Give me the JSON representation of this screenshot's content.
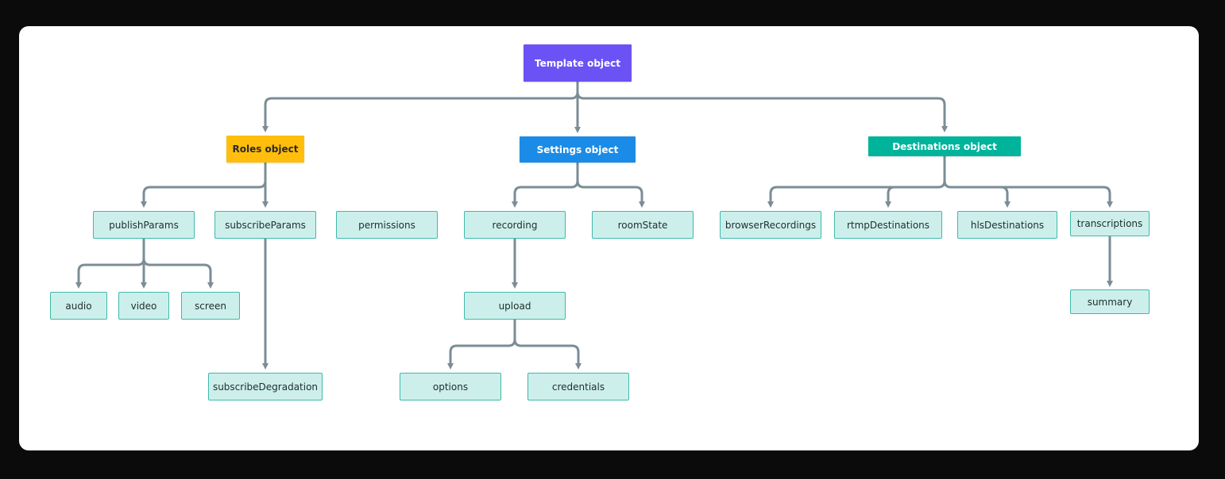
{
  "colors": {
    "background": "#0b0b0c",
    "card": "#ffffff",
    "connector": "#7b8d96",
    "leaf_fill": "#cdefeb",
    "leaf_border": "#3fb9aa",
    "template": "#6b52f5",
    "roles": "#ffbe0b",
    "settings": "#1a8ce8",
    "destinations": "#00b39b"
  },
  "nodes": {
    "template": "Template object",
    "roles": "Roles object",
    "settings": "Settings object",
    "destinations": "Destinations object",
    "publishParams": "publishParams",
    "subscribeParams": "subscribeParams",
    "permissions": "permissions",
    "recording": "recording",
    "roomState": "roomState",
    "browserRecordings": "browserRecordings",
    "rtmpDestinations": "rtmpDestinations",
    "hlsDestinations": "hlsDestinations",
    "transcriptions": "transcriptions",
    "audio": "audio",
    "video": "video",
    "screen": "screen",
    "upload": "upload",
    "summary": "summary",
    "subscribeDegradation": "subscribeDegradation",
    "options": "options",
    "credentials": "credentials"
  }
}
